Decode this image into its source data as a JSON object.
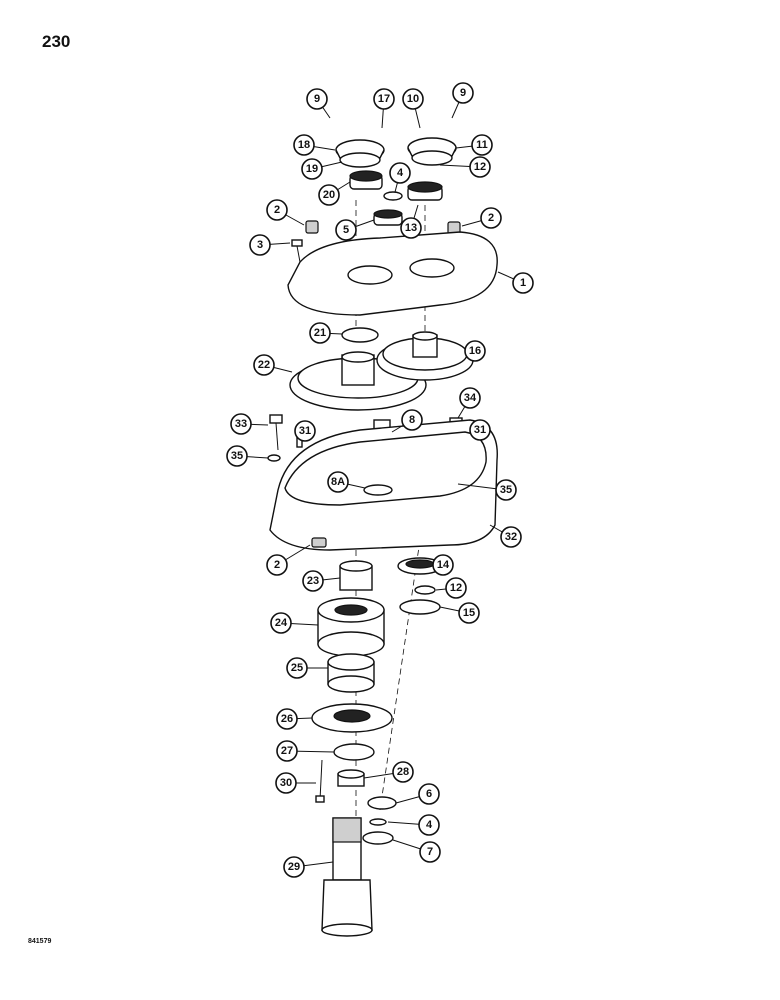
{
  "page_number": "230",
  "figure_code": "841579",
  "callouts": [
    "9",
    "17",
    "10",
    "9",
    "18",
    "11",
    "19",
    "12",
    "20",
    "4",
    "13",
    "2",
    "5",
    "2",
    "3",
    "1",
    "21",
    "16",
    "22",
    "8",
    "34",
    "33",
    "31",
    "31",
    "35",
    "8A",
    "35",
    "32",
    "2",
    "14",
    "23",
    "12",
    "15",
    "24",
    "25",
    "26",
    "27",
    "28",
    "30",
    "6",
    "4",
    "7",
    "29"
  ]
}
